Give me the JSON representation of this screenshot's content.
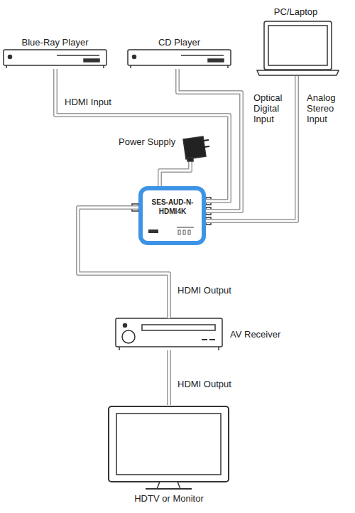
{
  "diagram": {
    "nodes": [
      {
        "text": [
          "Blue-Ray Player"
        ]
      },
      {
        "text": [
          "CD Player"
        ]
      },
      {
        "text": [
          "PC/Laptop"
        ]
      },
      {
        "text": [
          "Power Supply"
        ]
      },
      {
        "text": [
          "SES-AUD-N- HDMI4K"
        ]
      },
      {
        "text": [
          "AV Receiver"
        ]
      },
      {
        "text": [
          "HDTV or Monitor"
        ]
      }
    ],
    "edges": [
      {
        "from": 0,
        "to": 4,
        "label": "HDMI Input",
        "arrow": "none"
      },
      {
        "from": 1,
        "to": 4,
        "label": "Optical Digital Input",
        "arrow": "none"
      },
      {
        "from": 2,
        "to": 4,
        "label": "Analog Stereo Input",
        "arrow": "none"
      },
      {
        "from": 3,
        "to": 4,
        "arrow": "none"
      },
      {
        "from": 4,
        "to": 5,
        "label": "HDMI Output",
        "arrow": "none"
      },
      {
        "from": 5,
        "to": 6,
        "label": "HDMI Output",
        "arrow": "none"
      }
    ]
  }
}
